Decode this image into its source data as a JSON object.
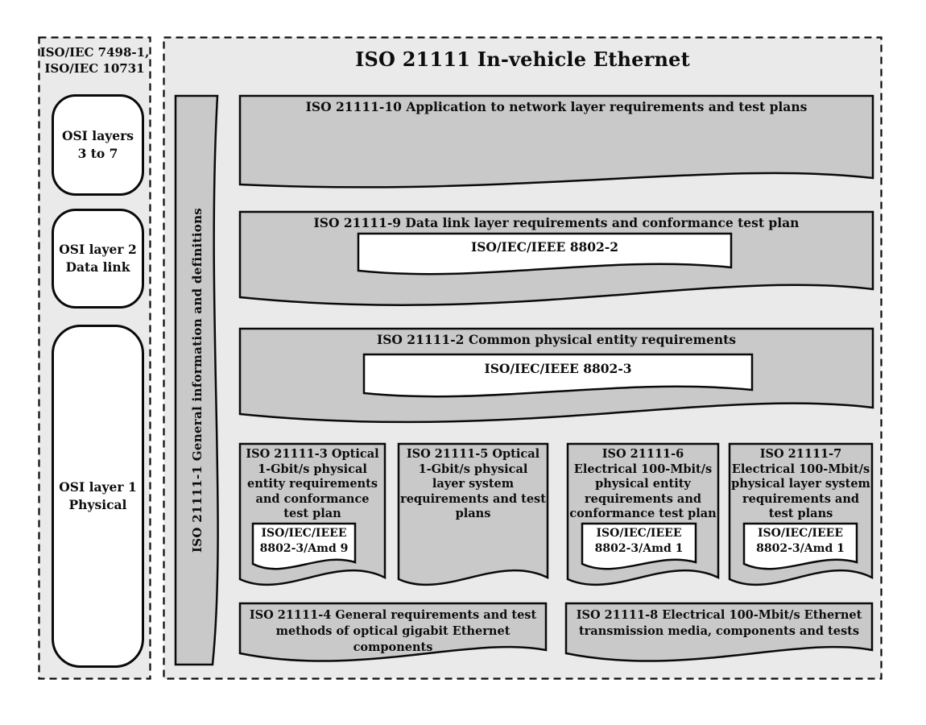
{
  "colors": {
    "page_bg": "#ffffff",
    "panel_bg": "#eaeaea",
    "shape_fill": "#c9c9c9",
    "inner_fill": "#ffffff",
    "border": "#0a0a0a"
  },
  "left_panel": {
    "header": {
      "line1": "ISO/IEC 7498-1,",
      "line2": "ISO/IEC 10731"
    },
    "osi_boxes": [
      {
        "line1": "OSI layers",
        "line2": "3 to 7"
      },
      {
        "line1": "OSI layer 2",
        "line2": "Data link"
      },
      {
        "line1": "OSI layer 1",
        "line2": "Physical"
      }
    ]
  },
  "main_panel": {
    "title": "ISO 21111 In-vehicle Ethernet",
    "part1_bar": {
      "label": "ISO 21111-1 General information and definitions"
    },
    "bands": [
      {
        "label": "ISO 21111-10 Application to network layer requirements and test plans"
      },
      {
        "label": "ISO 21111-9 Data link layer requirements and conformance test plan",
        "inner_label": "ISO/IEC/IEEE 8802-2"
      },
      {
        "label": "ISO 21111-2 Common physical entity requirements",
        "inner_label": "ISO/IEC/IEEE 8802-3"
      }
    ],
    "physical_boxes": [
      {
        "label": "ISO 21111-3 Optical 1-Gbit/s physical entity requirements and conformance test plan",
        "inner_label": "ISO/IEC/IEEE 8802-3/Amd 9"
      },
      {
        "label": "ISO 21111-5 Optical 1-Gbit/s physical layer system requirements and test plans"
      },
      {
        "label": "ISO 21111-6 Electrical 100-Mbit/s physical entity requirements and conformance test plan",
        "inner_label": "ISO/IEC/IEEE 8802-3/Amd 1"
      },
      {
        "label": "ISO 21111-7 Electrical 100-Mbit/s physical layer system requirements and test plans",
        "inner_label": "ISO/IEC/IEEE 8802-3/Amd 1"
      }
    ],
    "bottom_boxes": [
      {
        "label": "ISO 21111-4 General requirements and test methods of optical gigabit Ethernet components"
      },
      {
        "label": "ISO 21111-8 Electrical 100-Mbit/s Ethernet transmission media, components and tests"
      }
    ]
  }
}
